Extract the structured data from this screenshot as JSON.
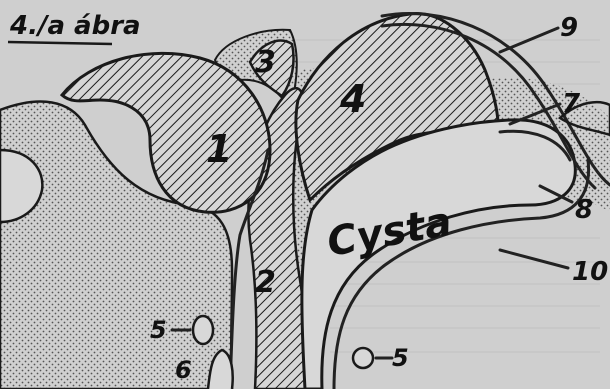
{
  "figure": {
    "title": "4./a ábra",
    "cyst_label": "Cysta",
    "numbers": [
      "1",
      "2",
      "3",
      "4",
      "5",
      "5",
      "6",
      "7",
      "8",
      "9",
      "10"
    ]
  },
  "colors": {
    "paper": "#cfcfcf",
    "ink": "#1a1a1a",
    "stipple": "#6b6b6b"
  }
}
